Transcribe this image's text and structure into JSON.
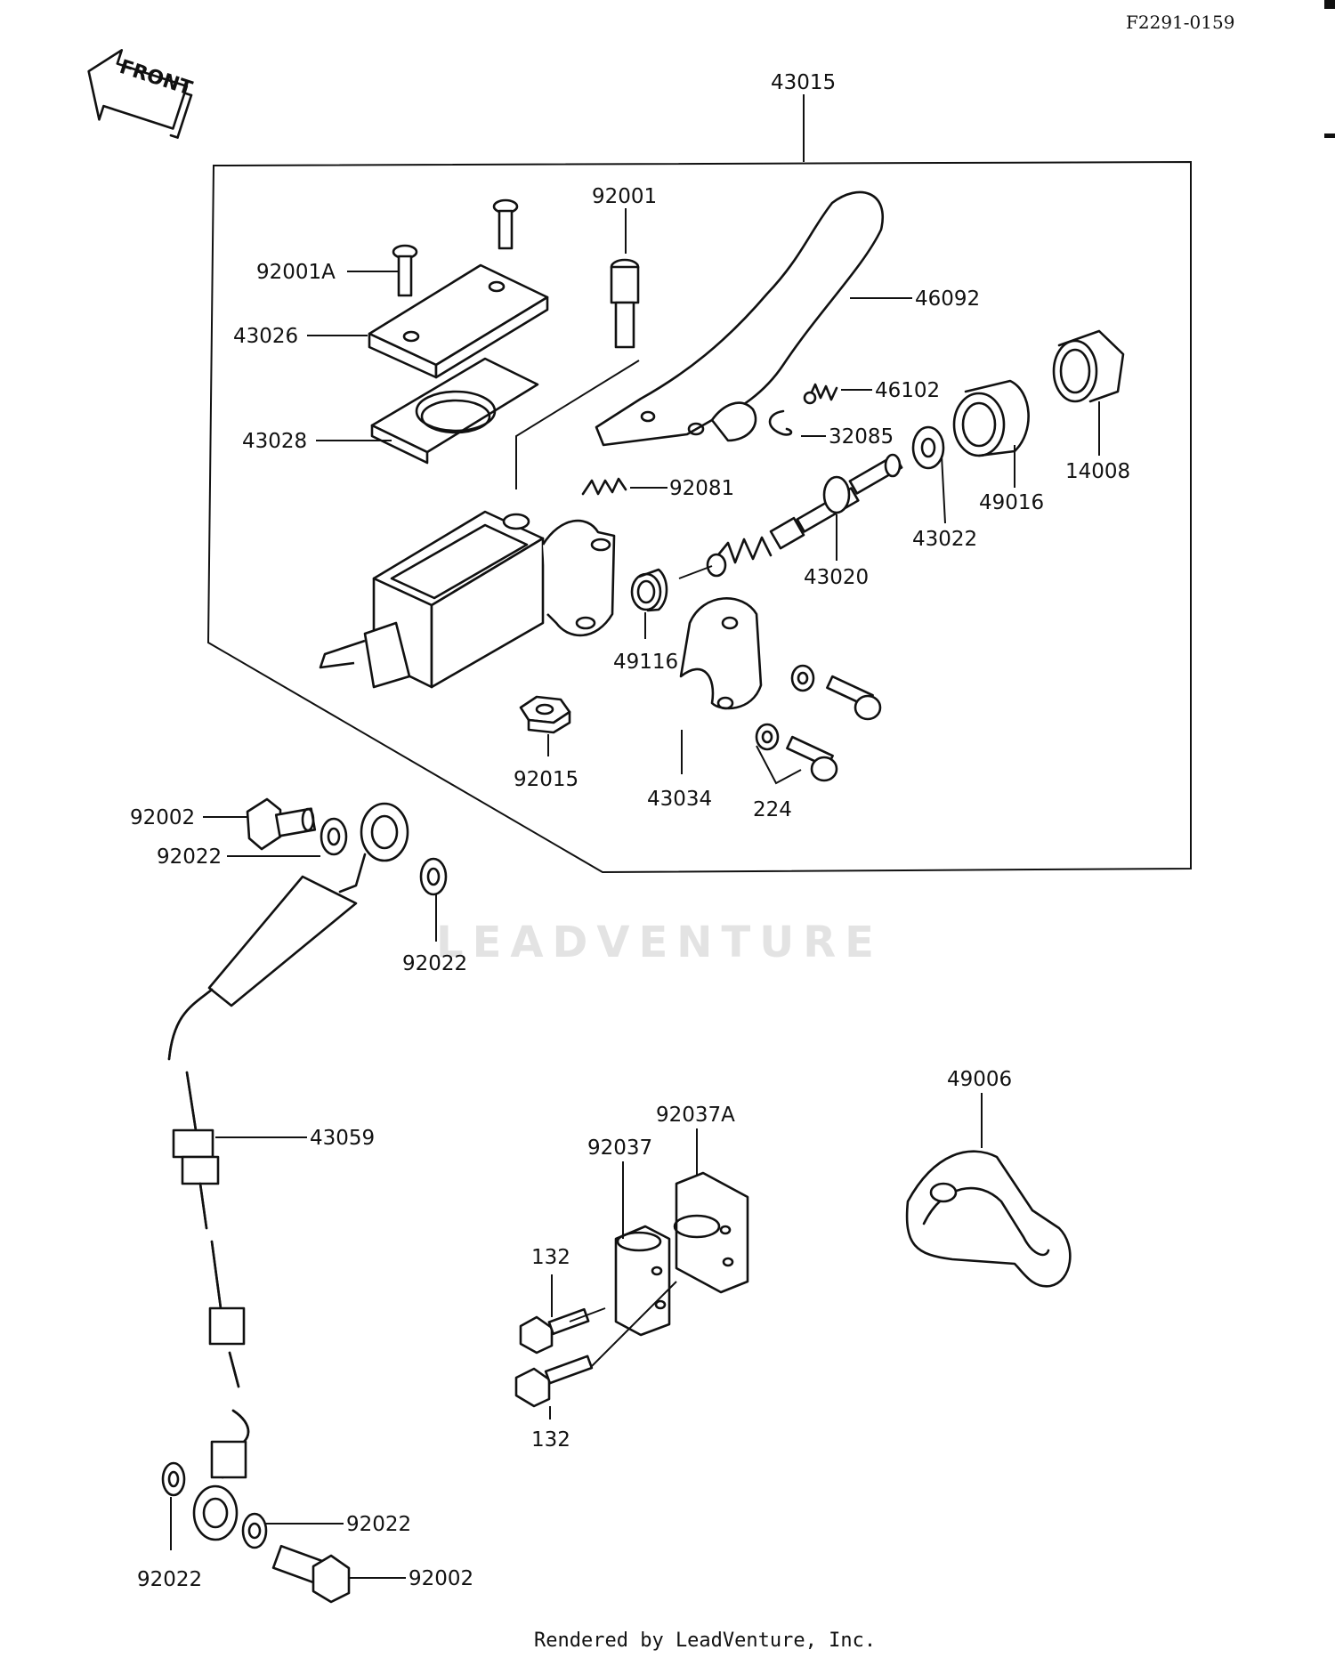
{
  "diagram_code": "F2291-0159",
  "front_label": "FRONT",
  "watermark": "LEADVENTURE",
  "credit": "Rendered by LeadVenture, Inc.",
  "labels": {
    "l43015": "43015",
    "l92001": "92001",
    "l92001A": "92001A",
    "l43026": "43026",
    "l43028": "43028",
    "l46092": "46092",
    "l46102": "46102",
    "l32085": "32085",
    "l14008": "14008",
    "l49016": "49016",
    "l43022": "43022",
    "l92081": "92081",
    "l43020": "43020",
    "l49116": "49116",
    "l92015": "92015",
    "l43034": "43034",
    "l224": "224",
    "l92002a": "92002",
    "l92022a": "92022",
    "l92022b": "92022",
    "l43059": "43059",
    "l49006": "49006",
    "l92037A": "92037A",
    "l92037": "92037",
    "l132a": "132",
    "l132b": "132",
    "l92022c": "92022",
    "l92022d": "92022",
    "l92002b": "92002"
  }
}
